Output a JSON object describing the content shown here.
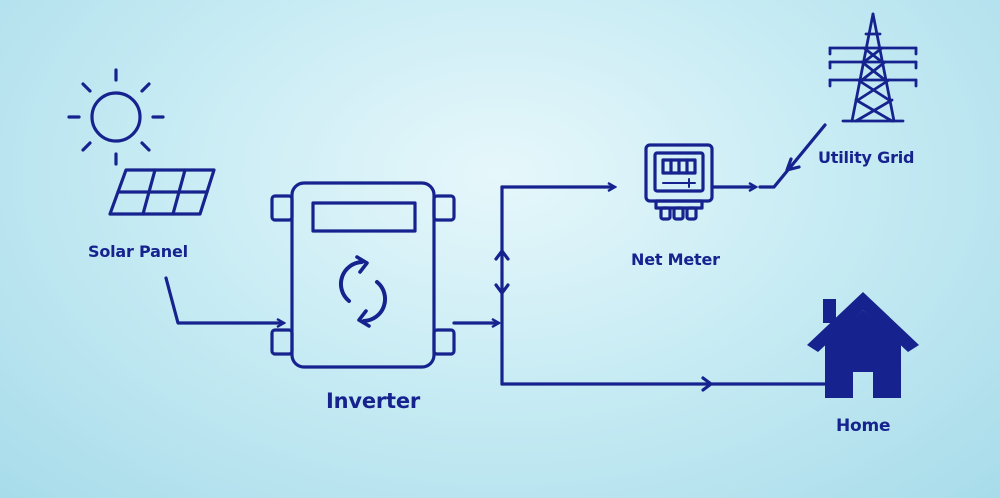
{
  "labels": {
    "solar_panel": "Solar Panel",
    "inverter": "Inverter",
    "net_meter": "Net Meter",
    "utility_grid": "Utility Grid",
    "home": "Home"
  },
  "colors": {
    "stroke": "#16238f",
    "background": "#c9ecf4"
  },
  "icons": [
    "sun-icon",
    "solar-panel-icon",
    "inverter-icon",
    "net-meter-icon",
    "transmission-tower-icon",
    "house-icon"
  ]
}
